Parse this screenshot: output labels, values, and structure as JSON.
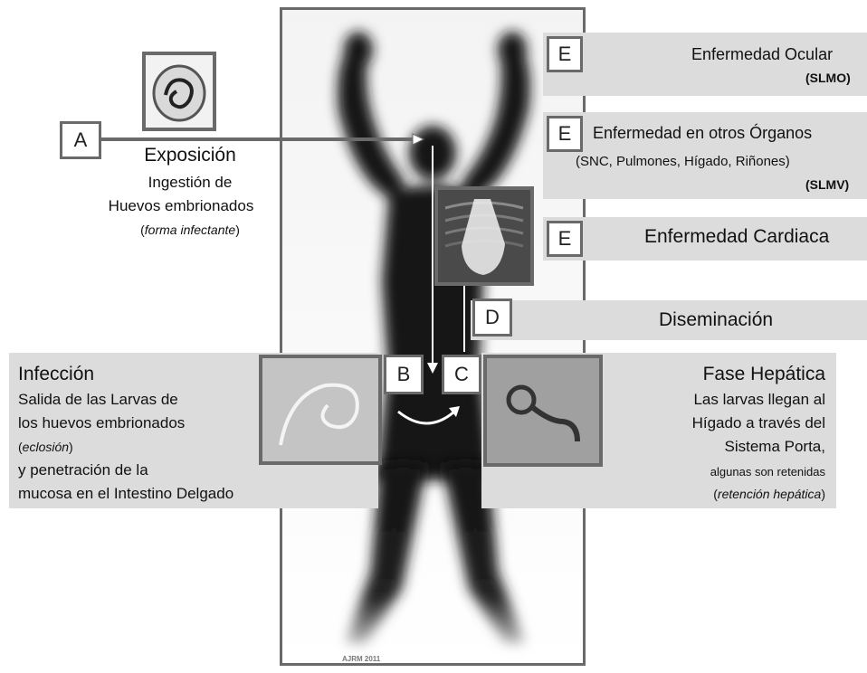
{
  "credit": "AJRM 2011",
  "stages": {
    "a": {
      "letter": "A",
      "title": "Exposición",
      "line1": "Ingestión de",
      "line2": "Huevos embrionados",
      "note_open": "(",
      "note_italic": "forma infectante",
      "note_close": ")"
    },
    "b": {
      "letter": "B",
      "title": "Infección",
      "line1": "Salida de las Larvas de",
      "line2": "los huevos embrionados",
      "note_open": "(",
      "note_italic": "eclosión",
      "note_close": ")",
      "line3": "y penetración de la",
      "line4": "mucosa en el Intestino Delgado"
    },
    "c": {
      "letter": "C",
      "title": "Fase Hepática",
      "line1": "Las larvas llegan al",
      "line2": "Hígado a través del",
      "line3": "Sistema Porta,",
      "line4": "algunas son retenidas",
      "note_open": "(",
      "note_italic": "retención hepática",
      "note_close": ")"
    },
    "d": {
      "letter": "D",
      "title": "Diseminación"
    },
    "e_ocular": {
      "letter": "E",
      "title": "Enfermedad Ocular",
      "abbr": "(SLMO)"
    },
    "e_organs": {
      "letter": "E",
      "title": "Enfermedad en otros Órganos",
      "detail": "(SNC, Pulmones, Hígado, Riñones)",
      "abbr": "(SLMV)"
    },
    "e_cardiac": {
      "letter": "E",
      "title": "Enfermedad Cardiaca"
    }
  }
}
